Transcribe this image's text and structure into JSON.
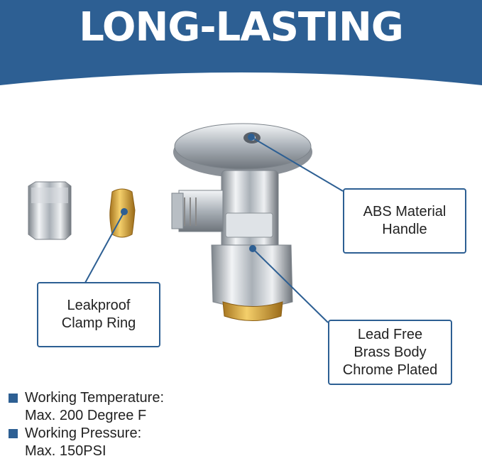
{
  "header": {
    "title": "LONG-LASTING"
  },
  "callouts": {
    "handle": [
      "ABS Material",
      "Handle"
    ],
    "clamp": [
      "Leakproof",
      "Clamp Ring"
    ],
    "body": [
      "Lead Free",
      "Brass Body",
      "Chrome Plated"
    ]
  },
  "specs": [
    {
      "label": "Working Temperature:",
      "value": "Max. 200 Degree F"
    },
    {
      "label": "Working Pressure:",
      "value": "Max. 150PSI"
    }
  ],
  "colors": {
    "banner": "#2d5f93",
    "accent": "#2d5f93",
    "brass": "#d9a53a",
    "chrome": "#c9ced4"
  }
}
